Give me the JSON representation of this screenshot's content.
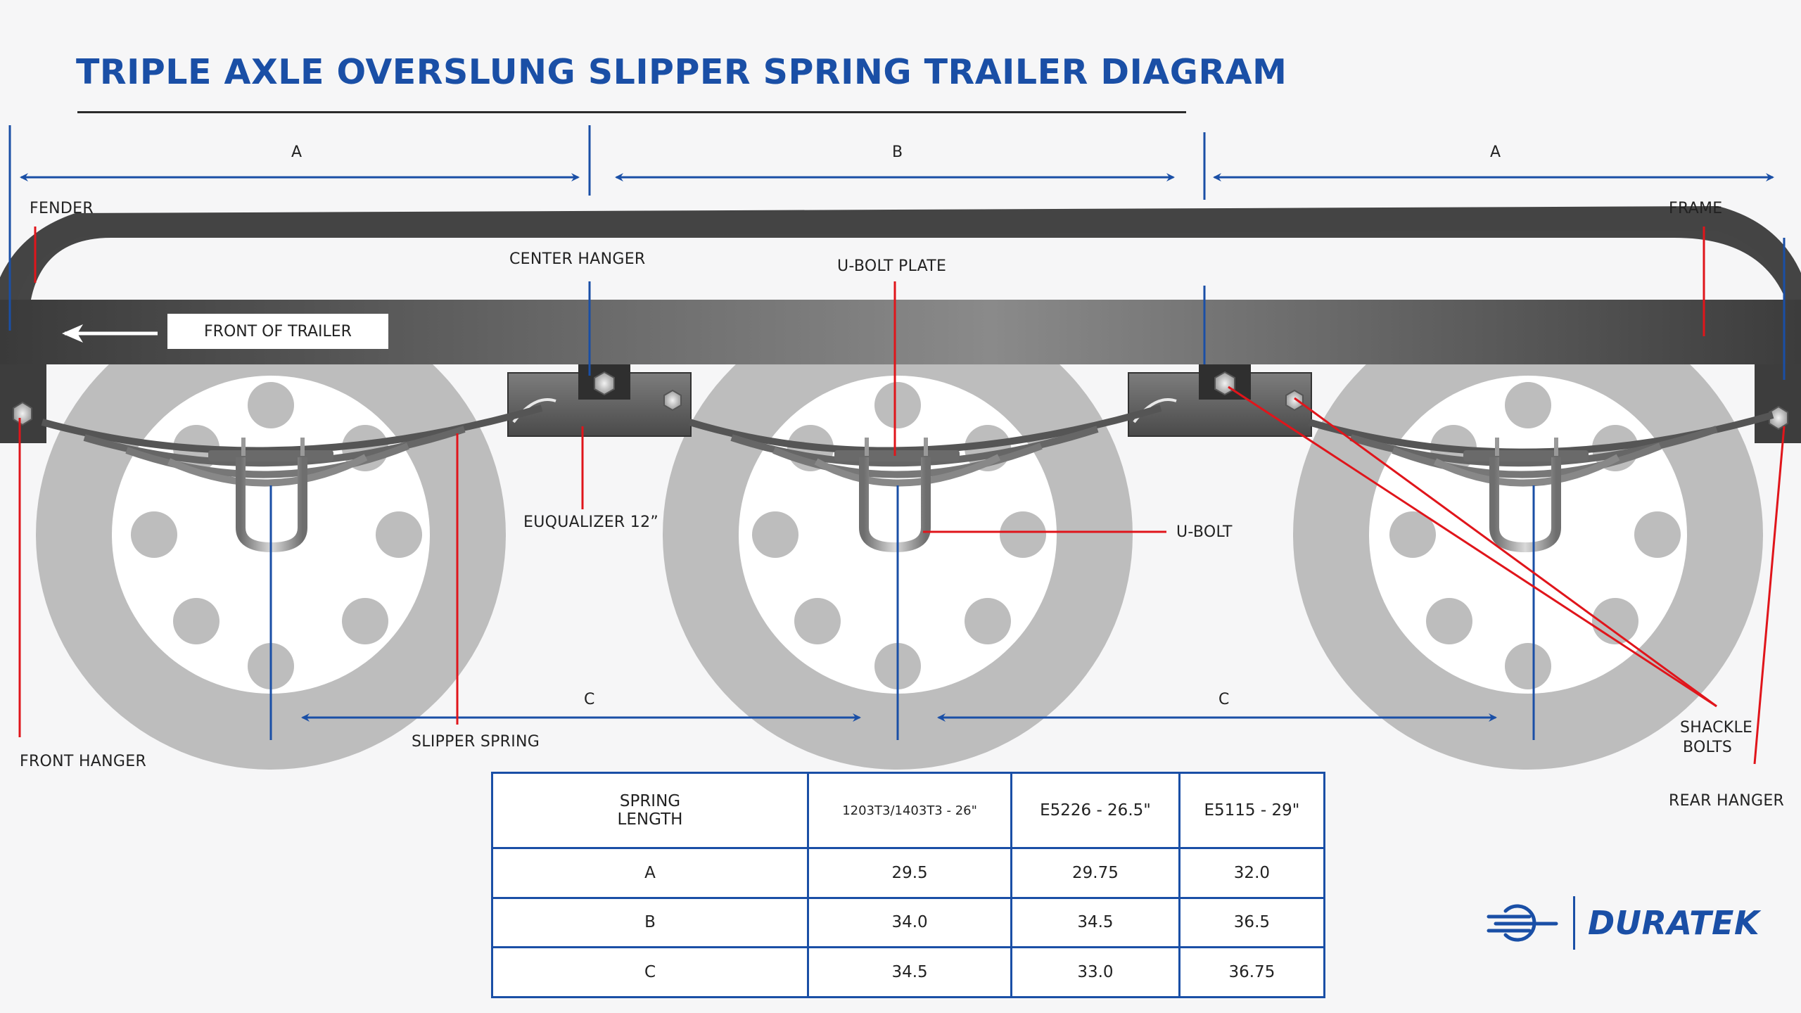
{
  "title": "TRIPLE AXLE OVERSLUNG SLIPPER SPRING TRAILER DIAGRAM",
  "dimensions": {
    "top_left": "A",
    "top_middle": "B",
    "top_right": "A",
    "bottom_left": "C",
    "bottom_right": "C"
  },
  "labels": {
    "fender": "FENDER",
    "frame": "FRAME",
    "center_hanger": "CENTER HANGER",
    "ubolt_plate": "U-BOLT PLATE",
    "front_of_trailer": "FRONT OF TRAILER",
    "equalizer": "EUQUALIZER 12”",
    "ubolt": "U-BOLT",
    "slipper_spring": "SLIPPER SPRING",
    "front_hanger": "FRONT HANGER",
    "shackle_bolts_line1": "SHACKLE",
    "shackle_bolts_line2": "BOLTS",
    "rear_hanger": "REAR HANGER"
  },
  "table": {
    "header": {
      "col0_line1": "SPRING",
      "col0_line2": "LENGTH",
      "col1": "1203T3/1403T3 - 26\"",
      "col2": "E5226 - 26.5\"",
      "col3": "E5115 - 29\""
    },
    "rows": [
      {
        "label": "A",
        "v1": "29.5",
        "v2": "29.75",
        "v3": "32.0"
      },
      {
        "label": "B",
        "v1": "34.0",
        "v2": "34.5",
        "v3": "36.5"
      },
      {
        "label": "C",
        "v1": "34.5",
        "v2": "33.0",
        "v3": "36.75"
      }
    ]
  },
  "logo": {
    "text": "DURATEK",
    "icon": "duratek-axle-icon"
  },
  "colors": {
    "accent_blue": "#1a4fa6",
    "callout_red": "#e0151b",
    "wheel_gray": "#bdbdbd",
    "frame_gray": "#5a5a5a"
  }
}
